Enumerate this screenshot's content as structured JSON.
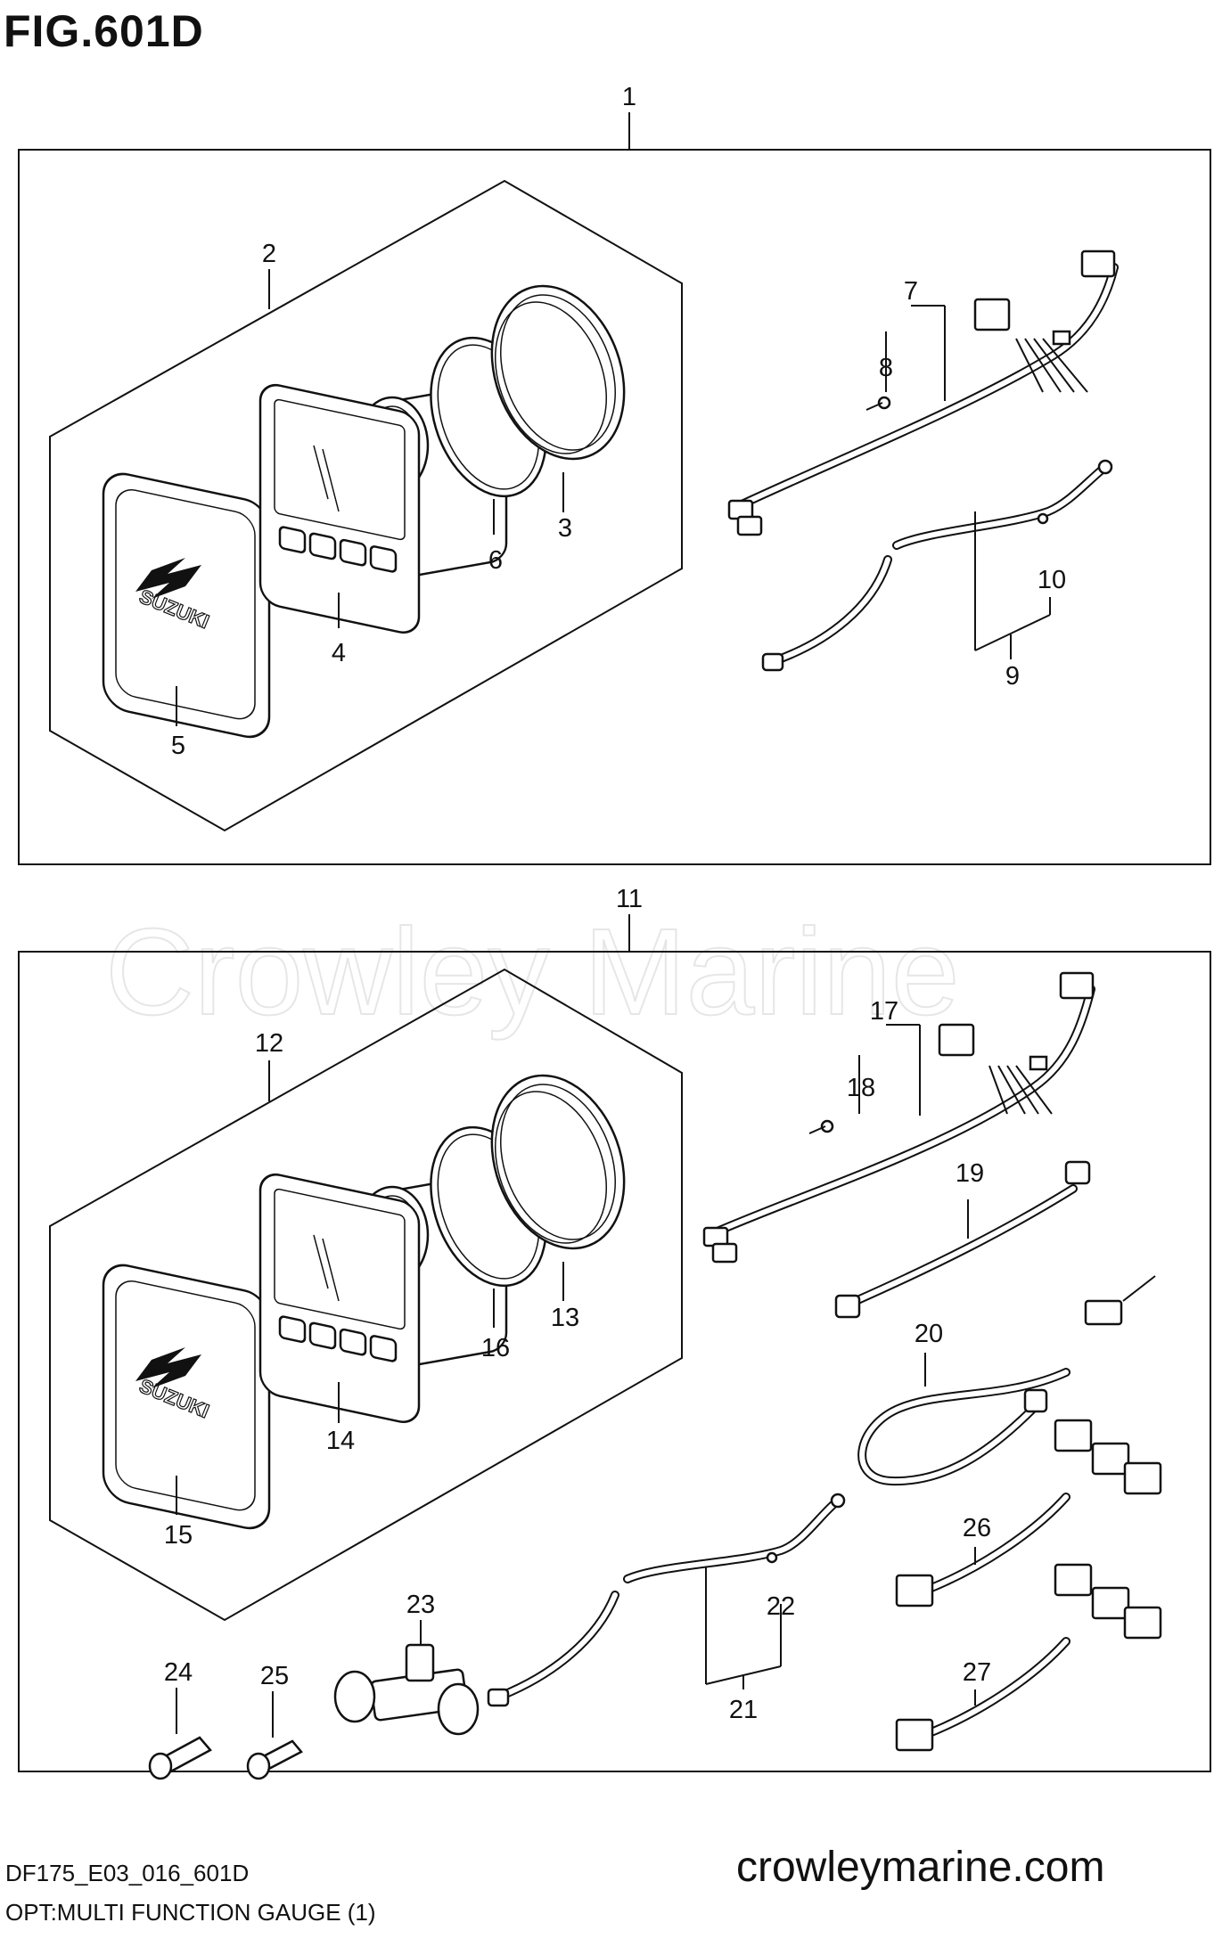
{
  "figure": {
    "title": "FIG.601D",
    "code": "DF175_E03_016_601D",
    "description": "OPT:MULTI FUNCTION GAUGE (1)",
    "website": "crowleymarine.com",
    "watermark": "Crowley Marine"
  },
  "parts": {
    "p1": "1",
    "p2": "2",
    "p3": "3",
    "p4": "4",
    "p5": "5",
    "p6": "6",
    "p7": "7",
    "p8": "8",
    "p9": "9",
    "p10": "10",
    "p11": "11",
    "p12": "12",
    "p13": "13",
    "p14": "14",
    "p15": "15",
    "p16": "16",
    "p17": "17",
    "p18": "18",
    "p19": "19",
    "p20": "20",
    "p21": "21",
    "p22": "22",
    "p23": "23",
    "p24": "24",
    "p25": "25",
    "p26": "26",
    "p27": "27"
  },
  "cover_brand": "SUZUKI"
}
